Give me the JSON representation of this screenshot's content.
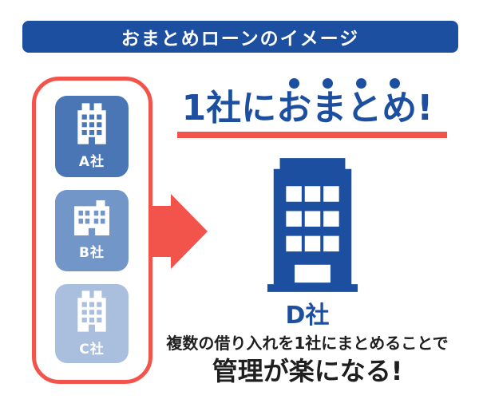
{
  "colors": {
    "navy": "#1d4fa0",
    "red": "#f2544c",
    "card_a_blue": "#4a76b5",
    "card_b_blue": "#7396c9",
    "card_c_blue": "#aabfdd",
    "text_black": "#1f1f1f",
    "white": "#ffffff"
  },
  "banner": {
    "title": "おまとめローンのイメージ"
  },
  "before_group": {
    "companies": [
      {
        "label": "A社",
        "color": "#4a76b5",
        "icon": "building-tall-icon"
      },
      {
        "label": "B社",
        "color": "#7396c9",
        "icon": "building-wide-icon"
      },
      {
        "label": "C社",
        "color": "#aabfdd",
        "icon": "building-tall-icon"
      }
    ]
  },
  "after": {
    "headline": "1社におまとめ!",
    "emphasis_dot_count": 4,
    "company_label": "D社",
    "caption_line1": "複数の借り入れを1社にまとめることで",
    "caption_line2": "管理が楽になる!"
  }
}
